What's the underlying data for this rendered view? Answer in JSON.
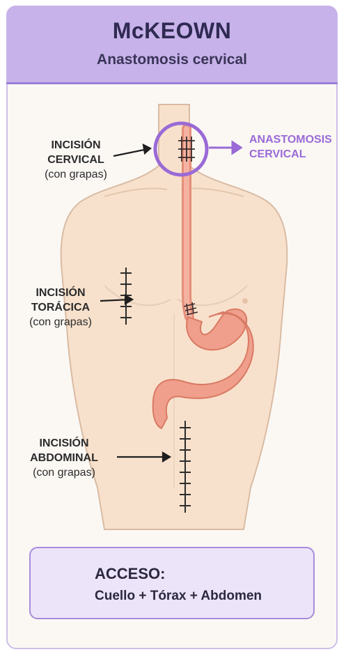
{
  "header": {
    "title": "McKEOWN",
    "subtitle": "Anastomosis cervical"
  },
  "labels": {
    "cervical": {
      "line1": "INCISIÓN",
      "line2": "CERVICAL",
      "line3": "(con grapas)"
    },
    "thoracic": {
      "line1": "INCISIÓN",
      "line2": "TORÁCICA",
      "line3": "(con grapas)"
    },
    "abdominal": {
      "line1": "INCISIÓN",
      "line2": "ABDOMINAL",
      "line3": "(con grapas)"
    },
    "anastomosis": {
      "line1": "ANASTOMOSIS",
      "line2": "CERVICAL"
    }
  },
  "access": {
    "title": "ACCESO:",
    "text": "Cuello + Tórax + Abdomen"
  },
  "colors": {
    "header_bg": "#c7b3ea",
    "accent_purple": "#9a6ad6",
    "skin": "#f8e1cc",
    "organ": "#ef9f8c",
    "access_bg": "#ece4f8"
  }
}
